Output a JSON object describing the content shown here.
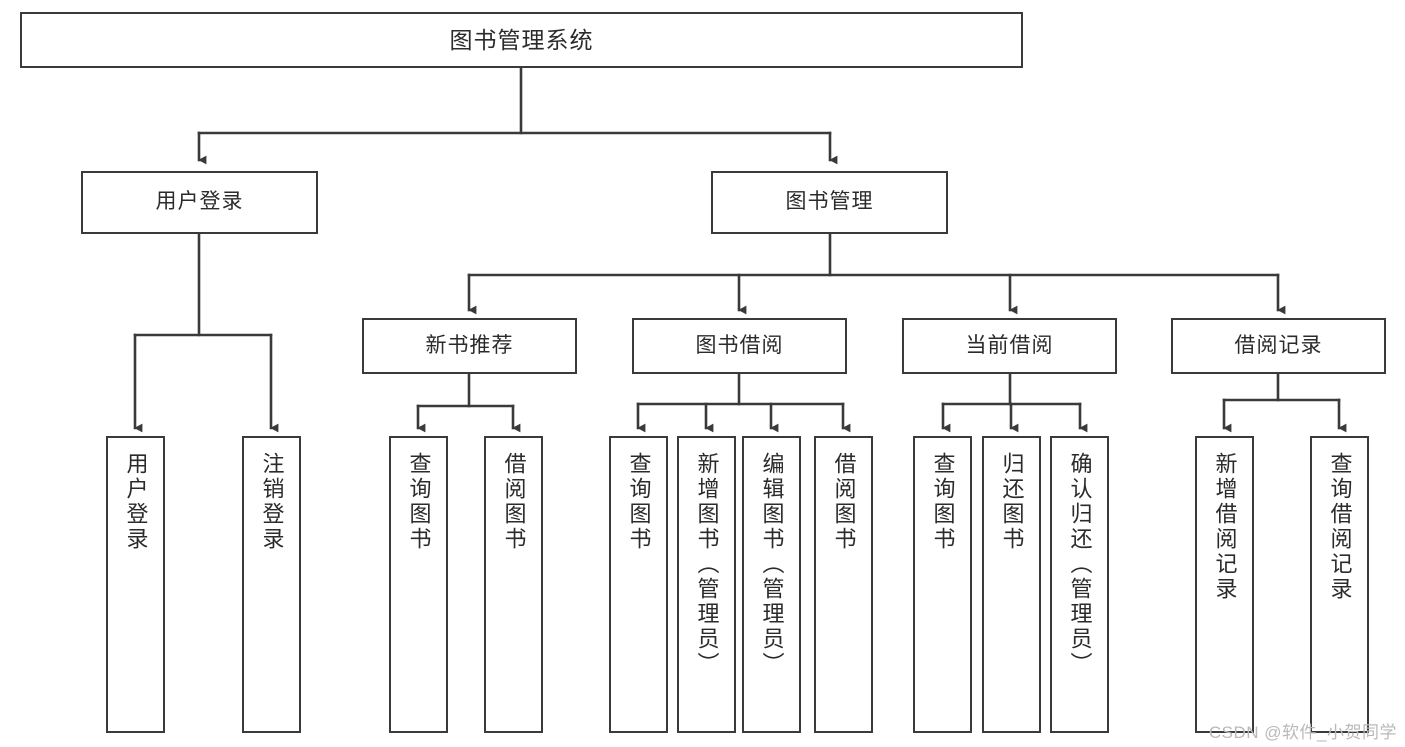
{
  "diagram": {
    "title": "图书管理系统",
    "type": "tree",
    "watermark": "CSDN @软件_小贺同学",
    "colors": {
      "stroke": "#3a3a3a",
      "fill": "#ffffff",
      "text": "#2b2b2b",
      "watermark": "#b9b9b9"
    },
    "nodes": {
      "root": {
        "label": "图书管理系统"
      },
      "level1": [
        {
          "id": "user-login",
          "label": "用户登录"
        },
        {
          "id": "book-manage",
          "label": "图书管理"
        }
      ],
      "level2": [
        {
          "id": "new-book-recommend",
          "label": "新书推荐"
        },
        {
          "id": "book-borrow",
          "label": "图书借阅"
        },
        {
          "id": "current-borrow",
          "label": "当前借阅"
        },
        {
          "id": "borrow-record",
          "label": "借阅记录"
        }
      ],
      "leaves": {
        "user-login": [
          {
            "id": "leaf-user-login",
            "label": "用户登录"
          },
          {
            "id": "leaf-logout",
            "label": "注销登录"
          }
        ],
        "new-book-recommend": [
          {
            "id": "leaf-query-book-1",
            "label": "查询图书"
          },
          {
            "id": "leaf-borrow-book-1",
            "label": "借阅图书"
          }
        ],
        "book-borrow": [
          {
            "id": "leaf-query-book-2",
            "label": "查询图书"
          },
          {
            "id": "leaf-add-book",
            "label": "新增图书（管理员）"
          },
          {
            "id": "leaf-edit-book",
            "label": "编辑图书（管理员）"
          },
          {
            "id": "leaf-borrow-book-2",
            "label": "借阅图书"
          }
        ],
        "current-borrow": [
          {
            "id": "leaf-query-book-3",
            "label": "查询图书"
          },
          {
            "id": "leaf-return-book",
            "label": "归还图书"
          },
          {
            "id": "leaf-confirm-return",
            "label": "确认归还（管理员）"
          }
        ],
        "borrow-record": [
          {
            "id": "leaf-add-record",
            "label": "新增借阅记录"
          },
          {
            "id": "leaf-query-record",
            "label": "查询借阅记录"
          }
        ]
      }
    }
  }
}
